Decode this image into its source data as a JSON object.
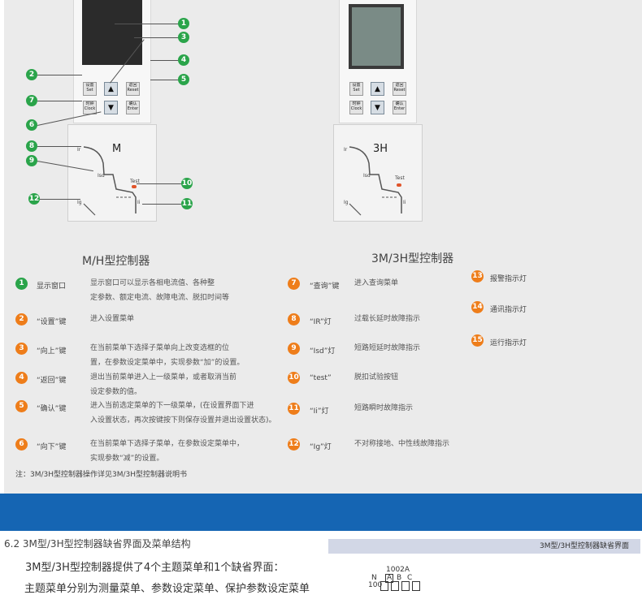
{
  "devices": {
    "left": {
      "title": "M/H型控制器",
      "model_mark": "M",
      "buttons": {
        "set": "设置\nSet",
        "up": "▲",
        "reset": "返回\nReset",
        "clock": "时钟\nClock",
        "down": "▼",
        "enter": "确认\nEnter"
      },
      "labels": {
        "ir": "Ir",
        "isd": "Isd",
        "ii": "Ii",
        "ig": "Ig",
        "test": "Test"
      }
    },
    "right": {
      "title": "3M/3H型控制器",
      "model_mark": "3H",
      "labels": {
        "ir": "Ir",
        "isd": "Isd",
        "ii": "Ii",
        "ig": "Ig",
        "test": "Test"
      }
    },
    "callouts": [
      "1",
      "2",
      "3",
      "4",
      "5",
      "6",
      "7",
      "8",
      "9",
      "10",
      "11",
      "12"
    ]
  },
  "legend": [
    {
      "num": "1",
      "label": "显示窗口",
      "desc1": "显示窗口可以显示各相电流值、各种整",
      "desc2": "定参数、额定电流、故障电流、脱扣时间等",
      "color": "green"
    },
    {
      "num": "2",
      "label": "“设置”键",
      "desc1": "进入设置菜单",
      "desc2": "",
      "color": "orange"
    },
    {
      "num": "3",
      "label": "“向上”键",
      "desc1": "在当前菜单下选择子菜单向上改变选框的位",
      "desc2": "置，在参数设定菜单中，实现参数“加”的设置。",
      "color": "orange"
    },
    {
      "num": "4",
      "label": "“返回”键",
      "desc1": "退出当前菜单进入上一级菜单，或者取消当前",
      "desc2": "设定参数的值。",
      "color": "orange"
    },
    {
      "num": "5",
      "label": "“确认”键",
      "desc1": "进入当前选定菜单的下一级菜单，(在设置界面下进",
      "desc2": "入设置状态，再次按键按下则保存设置并退出设置状态)。",
      "color": "orange"
    },
    {
      "num": "6",
      "label": "“向下”键",
      "desc1": "在当前菜单下选择子菜单，在参数设定菜单中，",
      "desc2": "实现参数“减”的设置。",
      "color": "orange"
    },
    {
      "num": "7",
      "label": "“查询”键",
      "desc1": "进入查询菜单",
      "desc2": "",
      "color": "orange"
    },
    {
      "num": "8",
      "label": "“IR”灯",
      "desc1": "过载长延时故障指示",
      "desc2": "",
      "color": "orange"
    },
    {
      "num": "9",
      "label": "“Isd”灯",
      "desc1": "短路短延时故障指示",
      "desc2": "",
      "color": "orange"
    },
    {
      "num": "10",
      "label": "“test”",
      "desc1": "脱扣试验按钮",
      "desc2": "",
      "color": "orange"
    },
    {
      "num": "11",
      "label": "“Ii”灯",
      "desc1": "短路瞬时故障指示",
      "desc2": "",
      "color": "orange"
    },
    {
      "num": "12",
      "label": "“Ig”灯",
      "desc1": "不对称接地、中性线故障指示",
      "desc2": "",
      "color": "orange"
    },
    {
      "num": "13",
      "label": "报警指示灯",
      "desc1": "",
      "desc2": "",
      "color": "orange"
    },
    {
      "num": "14",
      "label": "通讯指示灯",
      "desc1": "",
      "desc2": "",
      "color": "orange"
    },
    {
      "num": "15",
      "label": "运行指示灯",
      "desc1": "",
      "desc2": "",
      "color": "orange"
    }
  ],
  "note": "注：3M/3H型控制器操作详见3M/3H型控制器说明书",
  "section": {
    "title": "6.2 3M型/3H型控制器缺省界面及菜单结构",
    "line1": "3M型/3H型控制器提供了4个主题菜单和1个缺省界面：",
    "line2": "主题菜单分别为测量菜单、参数设定菜单、保护参数设定菜单",
    "side_header": "3M型/3H型控制器缺省界面",
    "mini_top": "1002A",
    "mini_n": "N",
    "mini_a": "A",
    "mini_b": "B",
    "mini_c": "C",
    "mini_100": "100"
  },
  "colors": {
    "band": "#1565b3",
    "callout": "#2aa44a",
    "legend_orange": "#ee7d1a",
    "panel": "#ebebeb"
  }
}
